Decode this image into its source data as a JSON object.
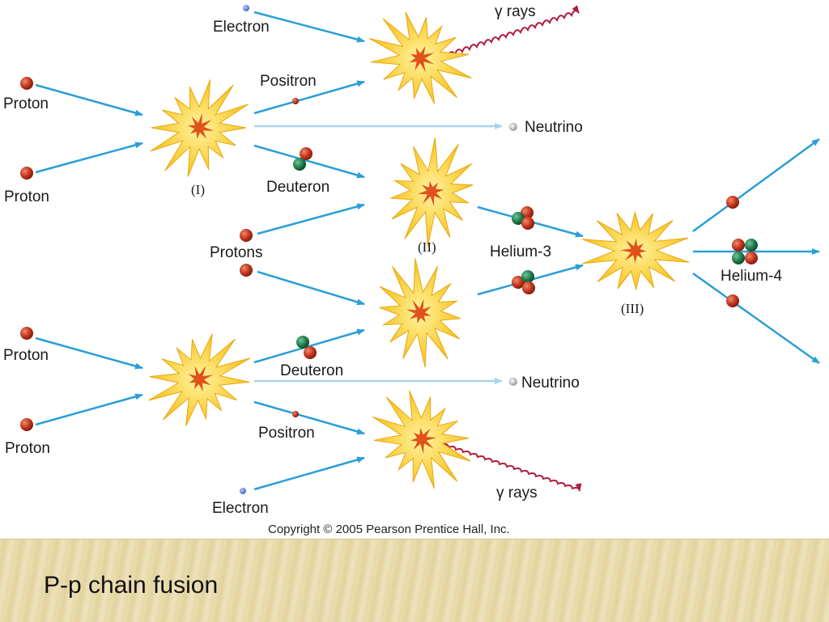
{
  "diagram": {
    "labels": {
      "electron_top": "Electron",
      "gamma_top": "γ rays",
      "proton_1": "Proton",
      "positron_top": "Positron",
      "neutrino_top": "Neutrino",
      "proton_2": "Proton",
      "deuteron_top": "Deuteron",
      "protons": "Protons",
      "helium3": "Helium-3",
      "helium4": "Helium-4",
      "proton_3": "Proton",
      "deuteron_bottom": "Deuteron",
      "neutrino_bottom": "Neutrino",
      "proton_4": "Proton",
      "positron_bottom": "Positron",
      "gamma_bottom": "γ rays",
      "electron_bottom": "Electron"
    },
    "stages": {
      "one": "(I)",
      "two": "(II)",
      "three": "(III)"
    },
    "copyright": "Copyright © 2005 Pearson Prentice Hall, Inc."
  },
  "colors": {
    "arrow": "#2a9fd6",
    "neutrino_arrow": "#a9d4ec",
    "gamma": "#b01c3c",
    "proton": "#c0321c",
    "neutron": "#1e7a4a",
    "electron": "#3d63c8",
    "burst_outer": "#f7c21a",
    "burst_inner": "#e0521a"
  },
  "footer": {
    "title": "P-p chain fusion"
  }
}
